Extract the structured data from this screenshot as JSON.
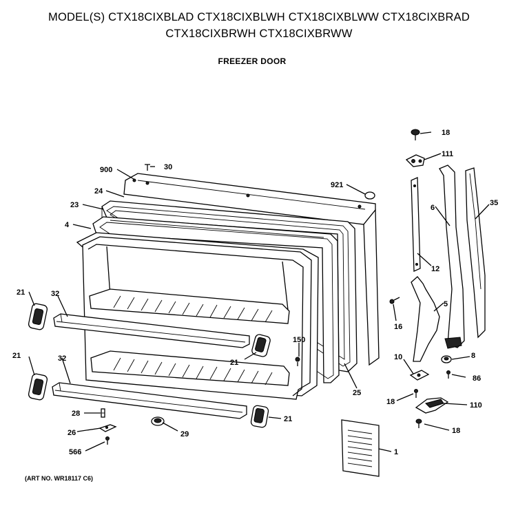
{
  "header": {
    "line1": "MODEL(S) CTX18CIXBLAD  CTX18CIXBLWH  CTX18CIXBLWW  CTX18CIXBRAD",
    "line2": "CTX18CIXBRWH  CTX18CIXBRWW"
  },
  "subtitle": "FREEZER DOOR",
  "footnote": "(ART NO. WR18117 C6)",
  "callouts": {
    "p18a": "18",
    "p111": "111",
    "p900": "900",
    "p30": "30",
    "p921": "921",
    "p24": "24",
    "p23": "23",
    "p6": "6",
    "p35": "35",
    "p4": "4",
    "p12": "12",
    "p21a": "21",
    "p32a": "32",
    "p5": "5",
    "p16": "16",
    "p150": "150",
    "p21b": "21",
    "p21c": "21",
    "p32b": "32",
    "p10": "10",
    "p8": "8",
    "p86": "86",
    "p25": "25",
    "p18b": "18",
    "p110": "110",
    "p28": "28",
    "p21d": "21",
    "p26": "26",
    "p29": "29",
    "p18c": "18",
    "p566": "566",
    "p1": "1"
  }
}
